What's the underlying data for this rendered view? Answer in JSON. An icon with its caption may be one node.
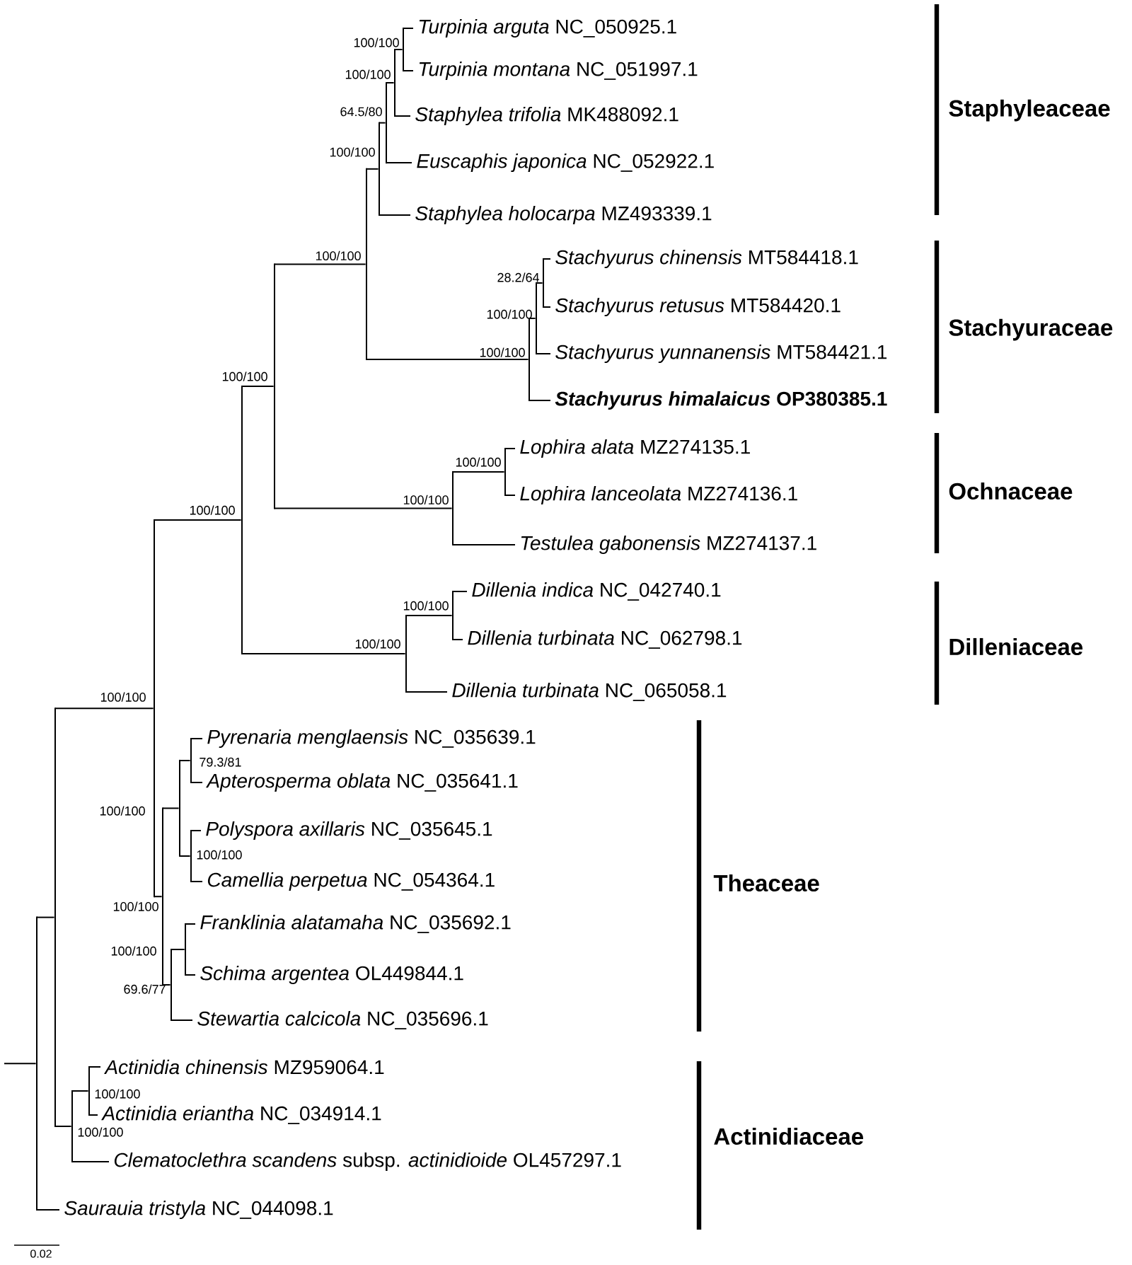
{
  "diagram": {
    "nodes": [
      {
        "text": [
          "*Turpinia arguta* NC_050925.1"
        ]
      },
      {
        "text": [
          "*Turpinia montana* NC_051997.1"
        ]
      },
      {
        "text": [
          "*Staphylea trifolia* MK488092.1"
        ]
      },
      {
        "text": [
          "*Euscaphis japonica* NC_052922.1"
        ]
      },
      {
        "text": [
          "*Staphylea holocarpa* MZ493339.1"
        ]
      },
      {
        "text": [
          "*Stachyurus chinensis* MT584418.1"
        ]
      },
      {
        "text": [
          "*Stachyurus retusus* MT584420.1"
        ]
      },
      {
        "text": [
          "*Stachyurus yunnanensis* MT584421.1"
        ]
      },
      {
        "text": [
          "*Stachyurus himalaicus* OP380385.1"
        ]
      },
      {
        "text": [
          "*Lophira alata* MZ274135.1"
        ]
      },
      {
        "text": [
          "*Lophira lanceolata* MZ274136.1"
        ]
      },
      {
        "text": [
          "*Testulea gabonensis* MZ274137.1"
        ]
      },
      {
        "text": [
          "*Dillenia indica* NC_042740.1"
        ]
      },
      {
        "text": [
          "*Dillenia turbinata* NC_062798.1"
        ]
      },
      {
        "text": [
          "*Dillenia turbinata* NC_065058.1"
        ]
      },
      {
        "text": [
          "*Pyrenaria menglaensis* NC_035639.1"
        ]
      },
      {
        "text": [
          "*Apterosperma oblata* NC_035641.1"
        ]
      },
      {
        "text": [
          "*Polyspora axillaris* NC_035645.1"
        ]
      },
      {
        "text": [
          "*Camellia perpetua* NC_054364.1"
        ]
      },
      {
        "text": [
          "*Franklinia alatamaha* NC_035692.1"
        ]
      },
      {
        "text": [
          "*Schima argentea* OL449844.1"
        ]
      },
      {
        "text": [
          "*Stewartia calcicola* NC_035696.1"
        ]
      },
      {
        "text": [
          "*Actinidia chinensis* MZ959064.1"
        ]
      },
      {
        "text": [
          "*Actinidia eriantha* NC_034914.1"
        ]
      },
      {
        "text": [
          "*Clematoclethra scandens* subsp. *actinidioide* OL457297.1"
        ]
      },
      {
        "text": [
          "*Saurauia tristyla* NC_044098.1"
        ]
      },
      {
        "text": [],
        "shape": "bar",
        "beside": [
          "100/100"
        ]
      },
      {
        "text": [],
        "shape": "bar",
        "beside": [
          "100/100"
        ]
      },
      {
        "text": [],
        "shape": "bar",
        "beside": [
          "64.5/80"
        ]
      },
      {
        "text": [],
        "shape": "bar",
        "beside": [
          "100/100"
        ]
      },
      {
        "text": [],
        "shape": "bar",
        "beside": [
          "100/100"
        ]
      },
      {
        "text": [],
        "shape": "bar",
        "beside": [
          "28.2/64"
        ]
      },
      {
        "text": [],
        "shape": "bar",
        "beside": [
          "100/100"
        ]
      },
      {
        "text": [],
        "shape": "bar",
        "beside": [
          "100/100"
        ]
      },
      {
        "text": [],
        "shape": "bar",
        "beside": [
          "100/100"
        ]
      },
      {
        "text": [],
        "shape": "bar",
        "beside": [
          "100/100"
        ]
      },
      {
        "text": [],
        "shape": "bar",
        "beside": [
          "100/100"
        ]
      },
      {
        "text": [],
        "shape": "bar",
        "beside": [
          "100/100"
        ]
      },
      {
        "text": [],
        "shape": "bar",
        "beside": [
          "100/100"
        ]
      },
      {
        "text": [],
        "shape": "bar",
        "beside": [
          "100/100"
        ]
      },
      {
        "text": [],
        "shape": "bar",
        "beside": [
          "100/100"
        ]
      },
      {
        "text": [],
        "shape": "bar",
        "beside": [
          "79.3/81"
        ]
      },
      {
        "text": [],
        "shape": "bar"
      },
      {
        "text": [],
        "shape": "bar",
        "beside": [
          "100/100"
        ]
      },
      {
        "text": [],
        "shape": "bar",
        "beside": [
          "100/100"
        ]
      },
      {
        "text": [],
        "shape": "bar"
      },
      {
        "text": [],
        "shape": "bar"
      },
      {
        "text": [],
        "shape": "bar",
        "beside": [
          "69.6/77"
        ]
      },
      {
        "text": [],
        "shape": "bar"
      },
      {
        "text": [],
        "shape": "bar",
        "beside": [
          "100/100"
        ]
      },
      {
        "text": [],
        "shape": "bar",
        "beside": [
          "100/100"
        ]
      }
    ],
    "edges": [
      {
        "from": 26,
        "to": 0,
        "arrow": "none"
      },
      {
        "from": 26,
        "to": 1,
        "arrow": "none"
      },
      {
        "from": 27,
        "to": 26,
        "arrow": "none"
      },
      {
        "from": 27,
        "to": 2,
        "arrow": "none"
      },
      {
        "from": 28,
        "to": 27,
        "arrow": "none"
      },
      {
        "from": 28,
        "to": 3,
        "arrow": "none"
      },
      {
        "from": 29,
        "to": 28,
        "arrow": "none"
      },
      {
        "from": 29,
        "to": 4,
        "arrow": "none"
      },
      {
        "from": 30,
        "to": 29,
        "arrow": "none"
      },
      {
        "from": 30,
        "to": 33,
        "arrow": "none"
      },
      {
        "from": 31,
        "to": 5,
        "arrow": "none"
      },
      {
        "from": 31,
        "to": 6,
        "arrow": "none"
      },
      {
        "from": 32,
        "to": 31,
        "arrow": "none"
      },
      {
        "from": 32,
        "to": 7,
        "arrow": "none"
      },
      {
        "from": 33,
        "to": 32,
        "arrow": "none"
      },
      {
        "from": 33,
        "to": 8,
        "arrow": "none"
      },
      {
        "from": 34,
        "to": 30,
        "arrow": "none"
      },
      {
        "from": 34,
        "to": 36,
        "arrow": "none"
      },
      {
        "from": 35,
        "to": 9,
        "arrow": "none"
      },
      {
        "from": 35,
        "to": 10,
        "arrow": "none"
      },
      {
        "from": 36,
        "to": 35,
        "arrow": "none"
      },
      {
        "from": 36,
        "to": 11,
        "arrow": "none"
      },
      {
        "from": 37,
        "to": 34,
        "arrow": "none"
      },
      {
        "from": 37,
        "to": 39,
        "arrow": "none"
      },
      {
        "from": 38,
        "to": 12,
        "arrow": "none"
      },
      {
        "from": 38,
        "to": 13,
        "arrow": "none"
      },
      {
        "from": 39,
        "to": 38,
        "arrow": "none"
      },
      {
        "from": 39,
        "to": 14,
        "arrow": "none"
      },
      {
        "from": 40,
        "to": 37,
        "arrow": "none"
      },
      {
        "from": 40,
        "to": 44,
        "arrow": "none"
      },
      {
        "from": 41,
        "to": 15,
        "arrow": "none"
      },
      {
        "from": 41,
        "to": 16,
        "arrow": "none"
      },
      {
        "from": 42,
        "to": 41,
        "arrow": "none"
      },
      {
        "from": 42,
        "to": 43,
        "arrow": "none"
      },
      {
        "from": 43,
        "to": 17,
        "arrow": "none"
      },
      {
        "from": 43,
        "to": 18,
        "arrow": "none"
      },
      {
        "from": 44,
        "to": 42,
        "arrow": "none"
      },
      {
        "from": 44,
        "to": 47,
        "arrow": "none"
      },
      {
        "from": 48,
        "to": 40,
        "arrow": "none"
      },
      {
        "from": 48,
        "to": 50,
        "arrow": "none"
      },
      {
        "from": 46,
        "to": 19,
        "arrow": "none"
      },
      {
        "from": 46,
        "to": 20,
        "arrow": "none"
      },
      {
        "from": 47,
        "to": 46,
        "arrow": "none"
      },
      {
        "from": 47,
        "to": 21,
        "arrow": "none"
      },
      {
        "from": 45,
        "to": 48,
        "arrow": "none"
      },
      {
        "from": 45,
        "to": 25,
        "arrow": "none"
      },
      {
        "from": 49,
        "to": 22,
        "arrow": "none"
      },
      {
        "from": 49,
        "to": 23,
        "arrow": "none"
      },
      {
        "from": 50,
        "to": 49,
        "arrow": "none"
      },
      {
        "from": 50,
        "to": 24,
        "arrow": "none"
      },
      {
        "from": null,
        "to": 45,
        "arrow": "none"
      }
    ],
    "labels": [
      "Staphyleaceae",
      "Stachyuraceae",
      "Ochnaceae",
      "Dilleniaceae",
      "100/100",
      "Theaceae",
      "100/100",
      "Actinidiaceae",
      "0.02"
    ]
  }
}
